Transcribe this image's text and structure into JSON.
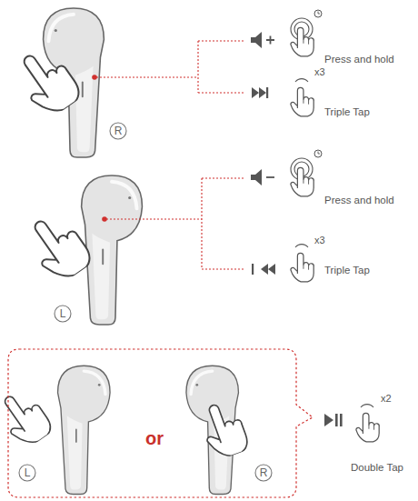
{
  "diagram": {
    "nodes": [
      {
        "text": [
          "R"
        ]
      },
      {
        "text": [
          "L"
        ]
      },
      {
        "text": [
          "or"
        ]
      },
      {
        "text": [
          "L"
        ],
        "in": 2
      },
      {
        "text": [
          "R"
        ],
        "in": 2
      }
    ],
    "labels": [
      "Press and hold",
      "x3",
      "Triple Tap",
      "Press and hold",
      "x3",
      "Triple Tap",
      "x2",
      "Double Tap"
    ]
  }
}
